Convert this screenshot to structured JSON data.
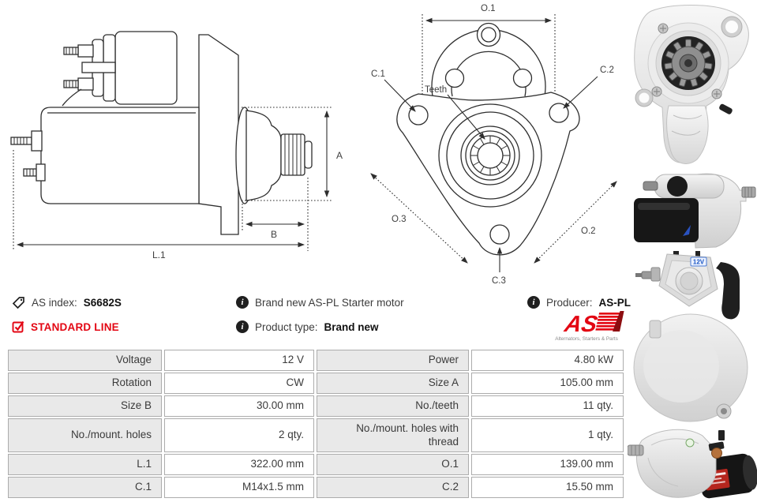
{
  "colors": {
    "accent_red": "#e30613",
    "drawing_line": "#2e2e2e",
    "table_label_bg": "#e9e9e9",
    "table_border": "#acacac",
    "badge_blue": "#1a56c4"
  },
  "side_view": {
    "dim_a": "A",
    "dim_b": "B",
    "dim_l1": "L.1"
  },
  "front_view": {
    "dim_o1": "O.1",
    "dim_o2": "O.2",
    "dim_o3": "O.3",
    "dim_c1": "C.1",
    "dim_c2": "C.2",
    "dim_c3": "C.3",
    "teeth": "Teeth"
  },
  "info": {
    "as_index_label": "AS index:",
    "as_index_value": "S6682S",
    "standard_line": "STANDARD LINE",
    "description": "Brand new AS-PL Starter motor",
    "product_type_label": "Product type:",
    "product_type_value": "Brand new",
    "producer_label": "Producer:",
    "producer_value": "AS-PL",
    "logo_text": "AS",
    "logo_tagline": "Alternators, Starters & Parts"
  },
  "photos": {
    "rear_badge": "12V"
  },
  "specs": {
    "rows": [
      {
        "label_left": "Voltage",
        "value_left": "12 V",
        "label_right": "Power",
        "value_right": "4.80 kW"
      },
      {
        "label_left": "Rotation",
        "value_left": "CW",
        "label_right": "Size A",
        "value_right": "105.00 mm"
      },
      {
        "label_left": "Size B",
        "value_left": "30.00 mm",
        "label_right": "No./teeth",
        "value_right": "11 qty."
      },
      {
        "label_left": "No./mount. holes",
        "value_left": "2 qty.",
        "label_right": "No./mount. holes with thread",
        "value_right": "1 qty."
      },
      {
        "label_left": "L.1",
        "value_left": "322.00 mm",
        "label_right": "O.1",
        "value_right": "139.00 mm"
      },
      {
        "label_left": "C.1",
        "value_left": "M14x1.5 mm",
        "label_right": "C.2",
        "value_right": "15.50 mm"
      }
    ]
  }
}
